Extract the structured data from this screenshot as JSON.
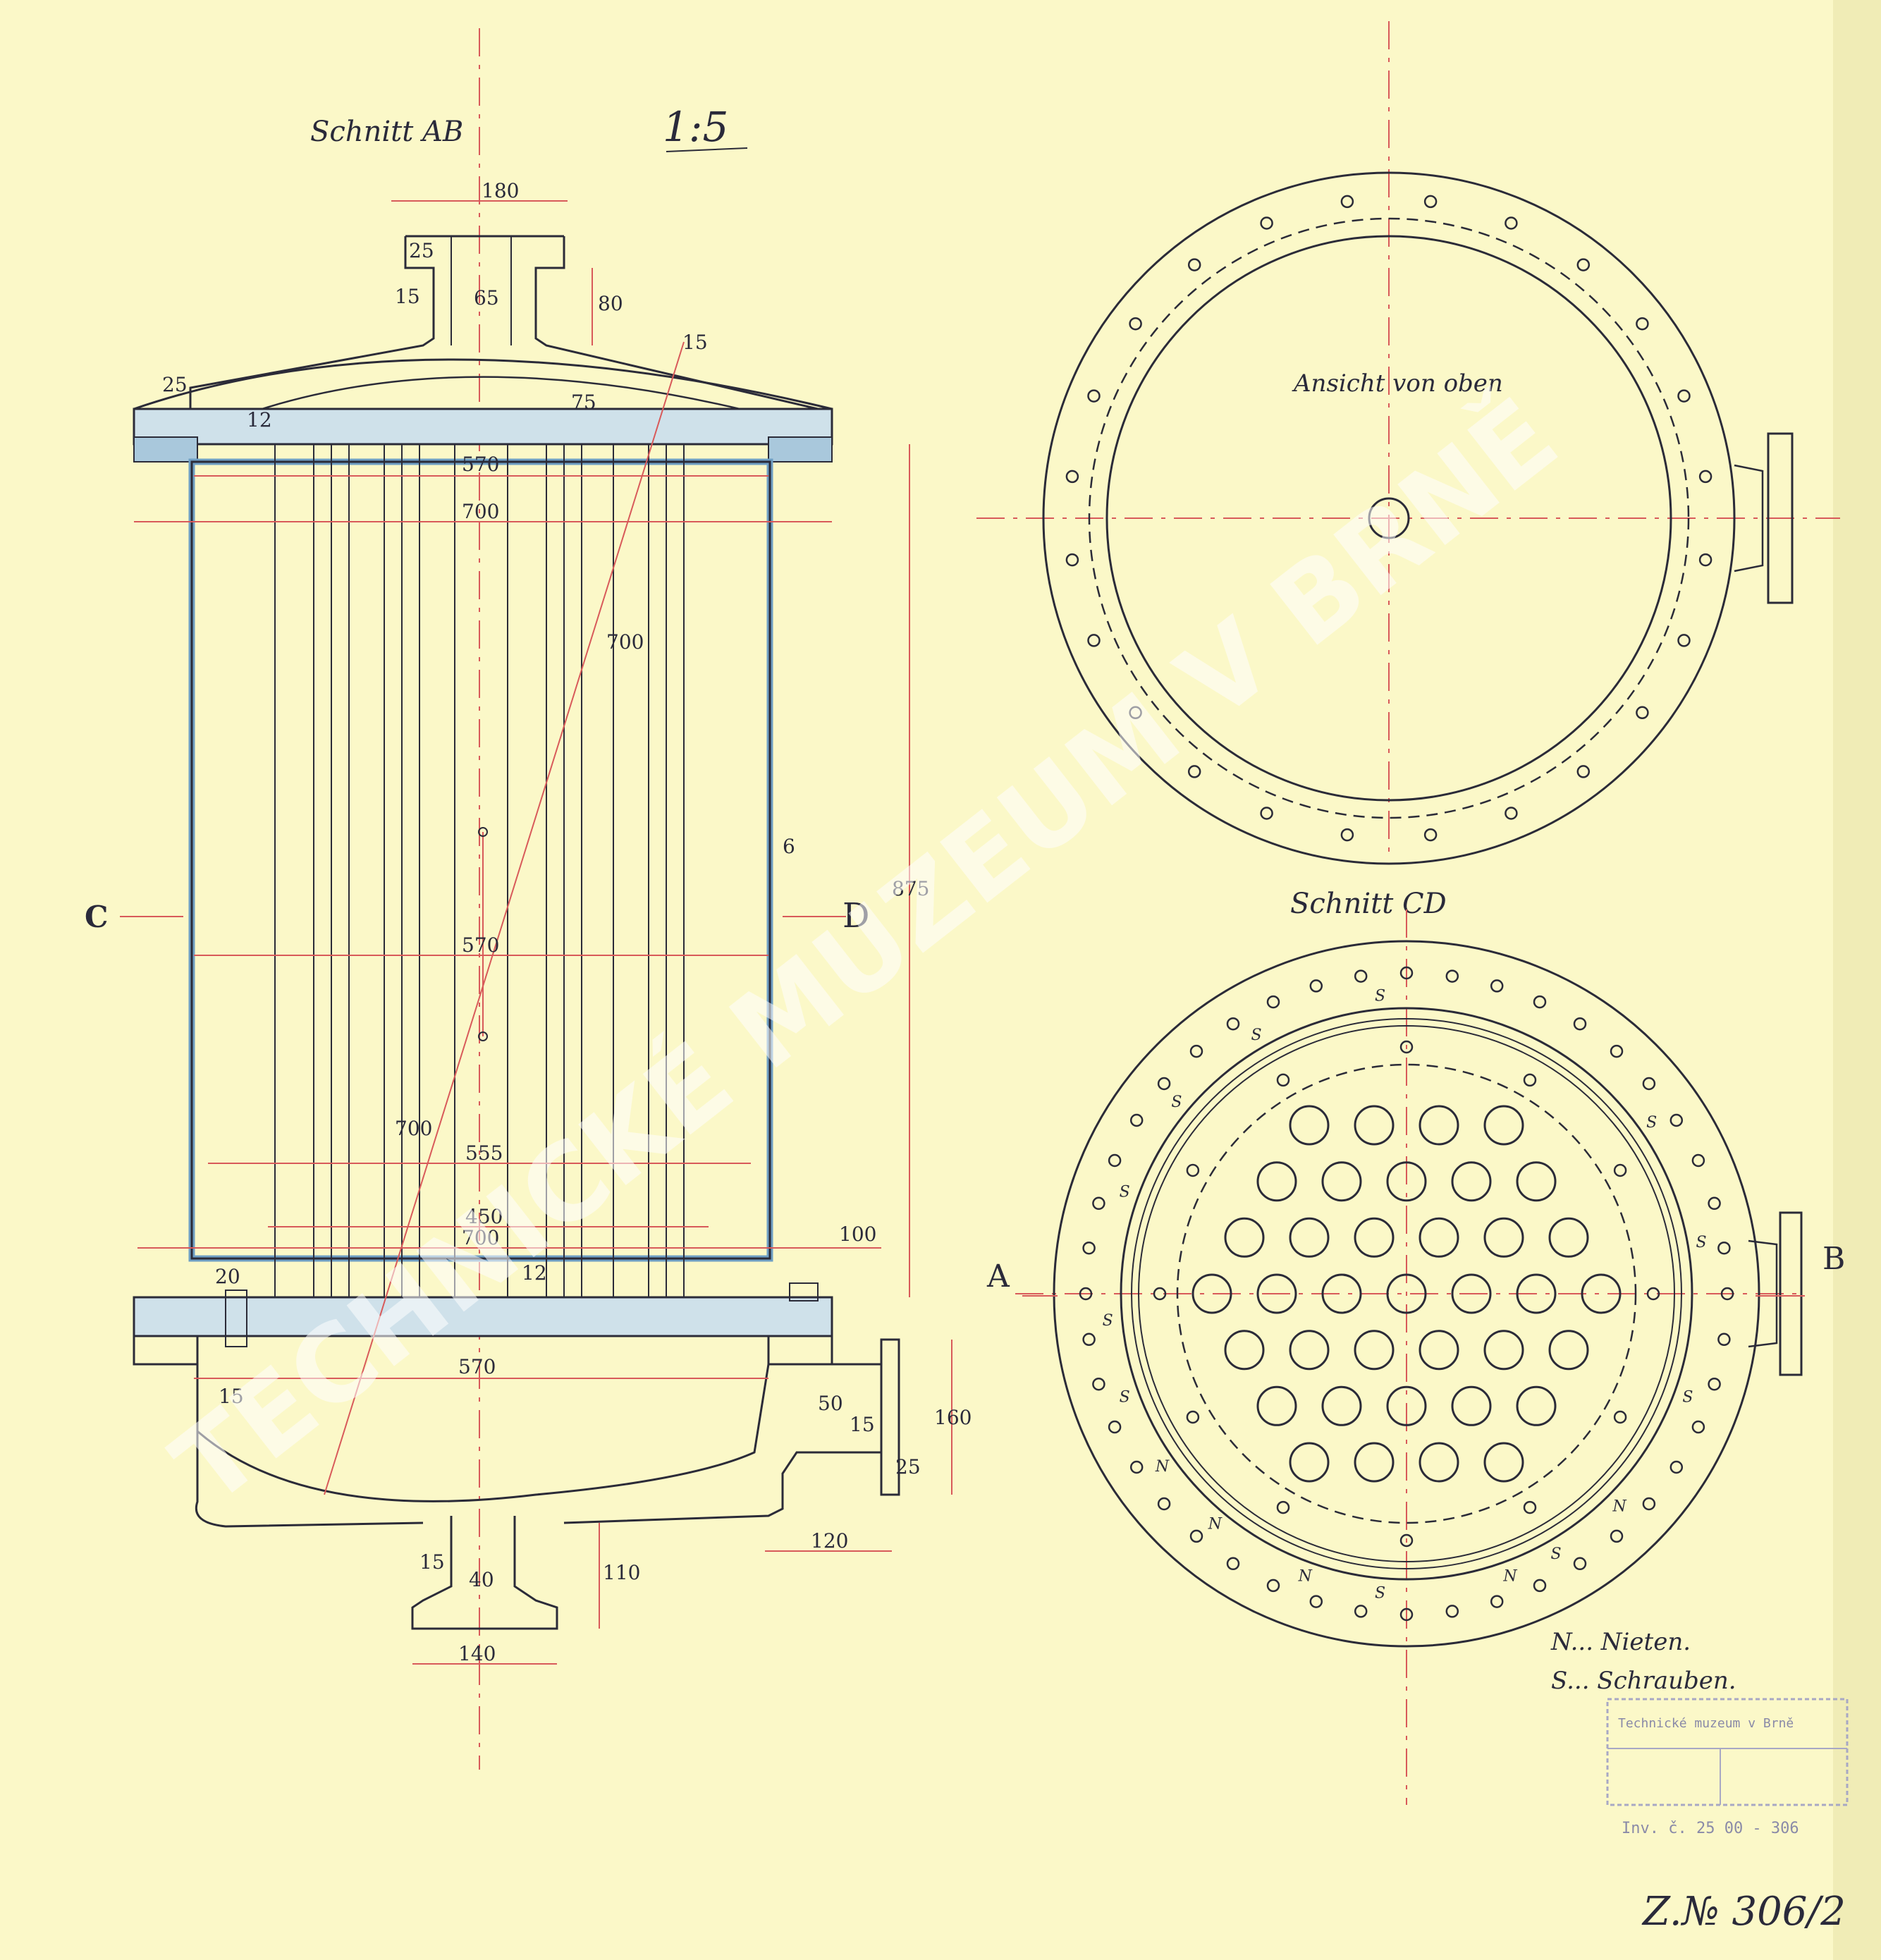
{
  "views": {
    "section_ab": {
      "title": "Schnitt AB",
      "scale": "1:5"
    },
    "top_view": {
      "title": "Ansicht von oben"
    },
    "section_cd": {
      "title": "Schnitt CD"
    }
  },
  "section_markers": {
    "a": "A",
    "b": "B",
    "c": "C",
    "d": "D"
  },
  "dimensions": {
    "d180": "180",
    "d25_top": "25",
    "d15_top": "15",
    "d65": "65",
    "d80": "80",
    "d75": "75",
    "d15_dome": "15",
    "d25_flange": "25",
    "d12_top": "12",
    "d570_top": "570",
    "d700_top": "700",
    "d700_diag": "700",
    "d875": "875",
    "d6": "6",
    "d570_mid": "570",
    "d700_diag2": "700",
    "d555": "555",
    "d450": "450",
    "d700_bottom": "700",
    "d100": "100",
    "d20": "20",
    "d12_bottom": "12",
    "d570_low": "570",
    "d15_low": "15",
    "d50": "50",
    "d15_nozzle": "15",
    "d160": "160",
    "d25_nozzle": "25",
    "d120": "120",
    "d15_outlet": "15",
    "d40": "40",
    "d110": "110",
    "d140": "140"
  },
  "legend": {
    "n": "N... Nieten.",
    "s": "S... Schrauben."
  },
  "hole_labels": {
    "n": "N",
    "s": "S"
  },
  "drawing_number": "Z.№ 306/2",
  "watermark": "TECHNICKÉ MUZEUM V BRNĚ",
  "stamp": {
    "line1": "Technické muzeum v Brně",
    "line2": "Inv. č. 25 00 - 306"
  },
  "colors": {
    "paper": "#fbf8c8",
    "ink": "#2b2b38",
    "centerline": "#d85a5a",
    "section_fill": "#6f9fc4",
    "watermark": "#ffffff"
  }
}
